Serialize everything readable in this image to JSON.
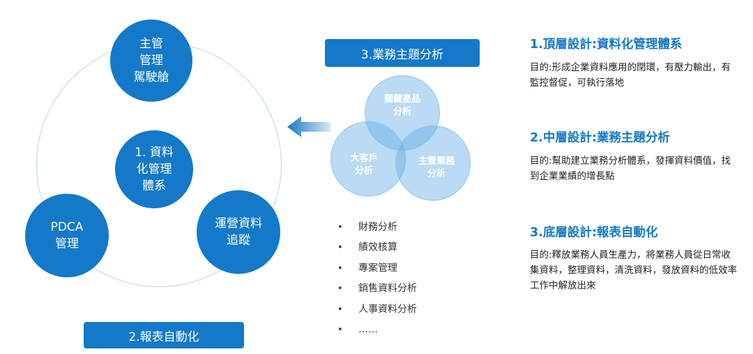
{
  "left_diagram": {
    "top_node": "主管\n管理\n駕駛艙",
    "center_node": "1. 資料\n化管理\n體系",
    "left_node": "PDCA\n管理",
    "right_node": "運營資料\n追蹤",
    "bottom_label": "2.報表自動化"
  },
  "middle": {
    "header": "3.業務主題分析",
    "venn": {
      "top": "關鍵產品\n分析",
      "left": "大客戶\n分析",
      "right": "主營業務\n分析"
    },
    "list": [
      "財務分析",
      "績效核算",
      "專案管理",
      "銷售資料分析",
      "人事資料分析",
      "……"
    ]
  },
  "right_panel": {
    "sections": [
      {
        "title": "1.頂層設計:資料化管理體系",
        "desc": "目的:形成企業資料應用的閉環，有壓力輸出，有監控督促，可執行落地"
      },
      {
        "title": "2.中層設計:業務主題分析",
        "desc": "目的:幫助建立業務分析體系，發揮資料價值，找到企業業績的增長點"
      },
      {
        "title": "3.底層設計:報表自動化",
        "desc": "目的:釋放業務人員生產力，將業務人員從日常收集資料，整理資料，清洗資料，發放資料的低效率工作中解放出來"
      }
    ]
  },
  "colors": {
    "primary": "#1479c8",
    "venn_fill": "#5baae3",
    "ring": "#b9d3e4"
  },
  "icons": {
    "arrow": "arrow-left-icon"
  }
}
